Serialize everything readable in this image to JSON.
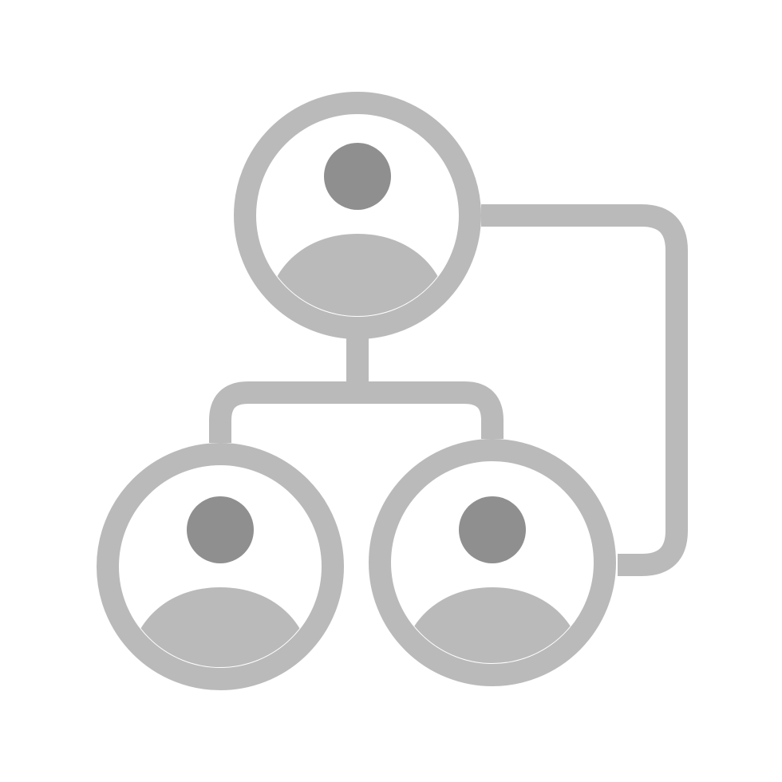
{
  "icon": {
    "name": "organization-hierarchy-icon",
    "colors": {
      "outline": "#bababa",
      "head": "#8f8f8f",
      "body": "#bababa",
      "background": "#ffffff"
    },
    "nodes": [
      {
        "id": "top-person",
        "role": "parent"
      },
      {
        "id": "bottom-left-person",
        "role": "child"
      },
      {
        "id": "bottom-right-person",
        "role": "child"
      }
    ]
  }
}
